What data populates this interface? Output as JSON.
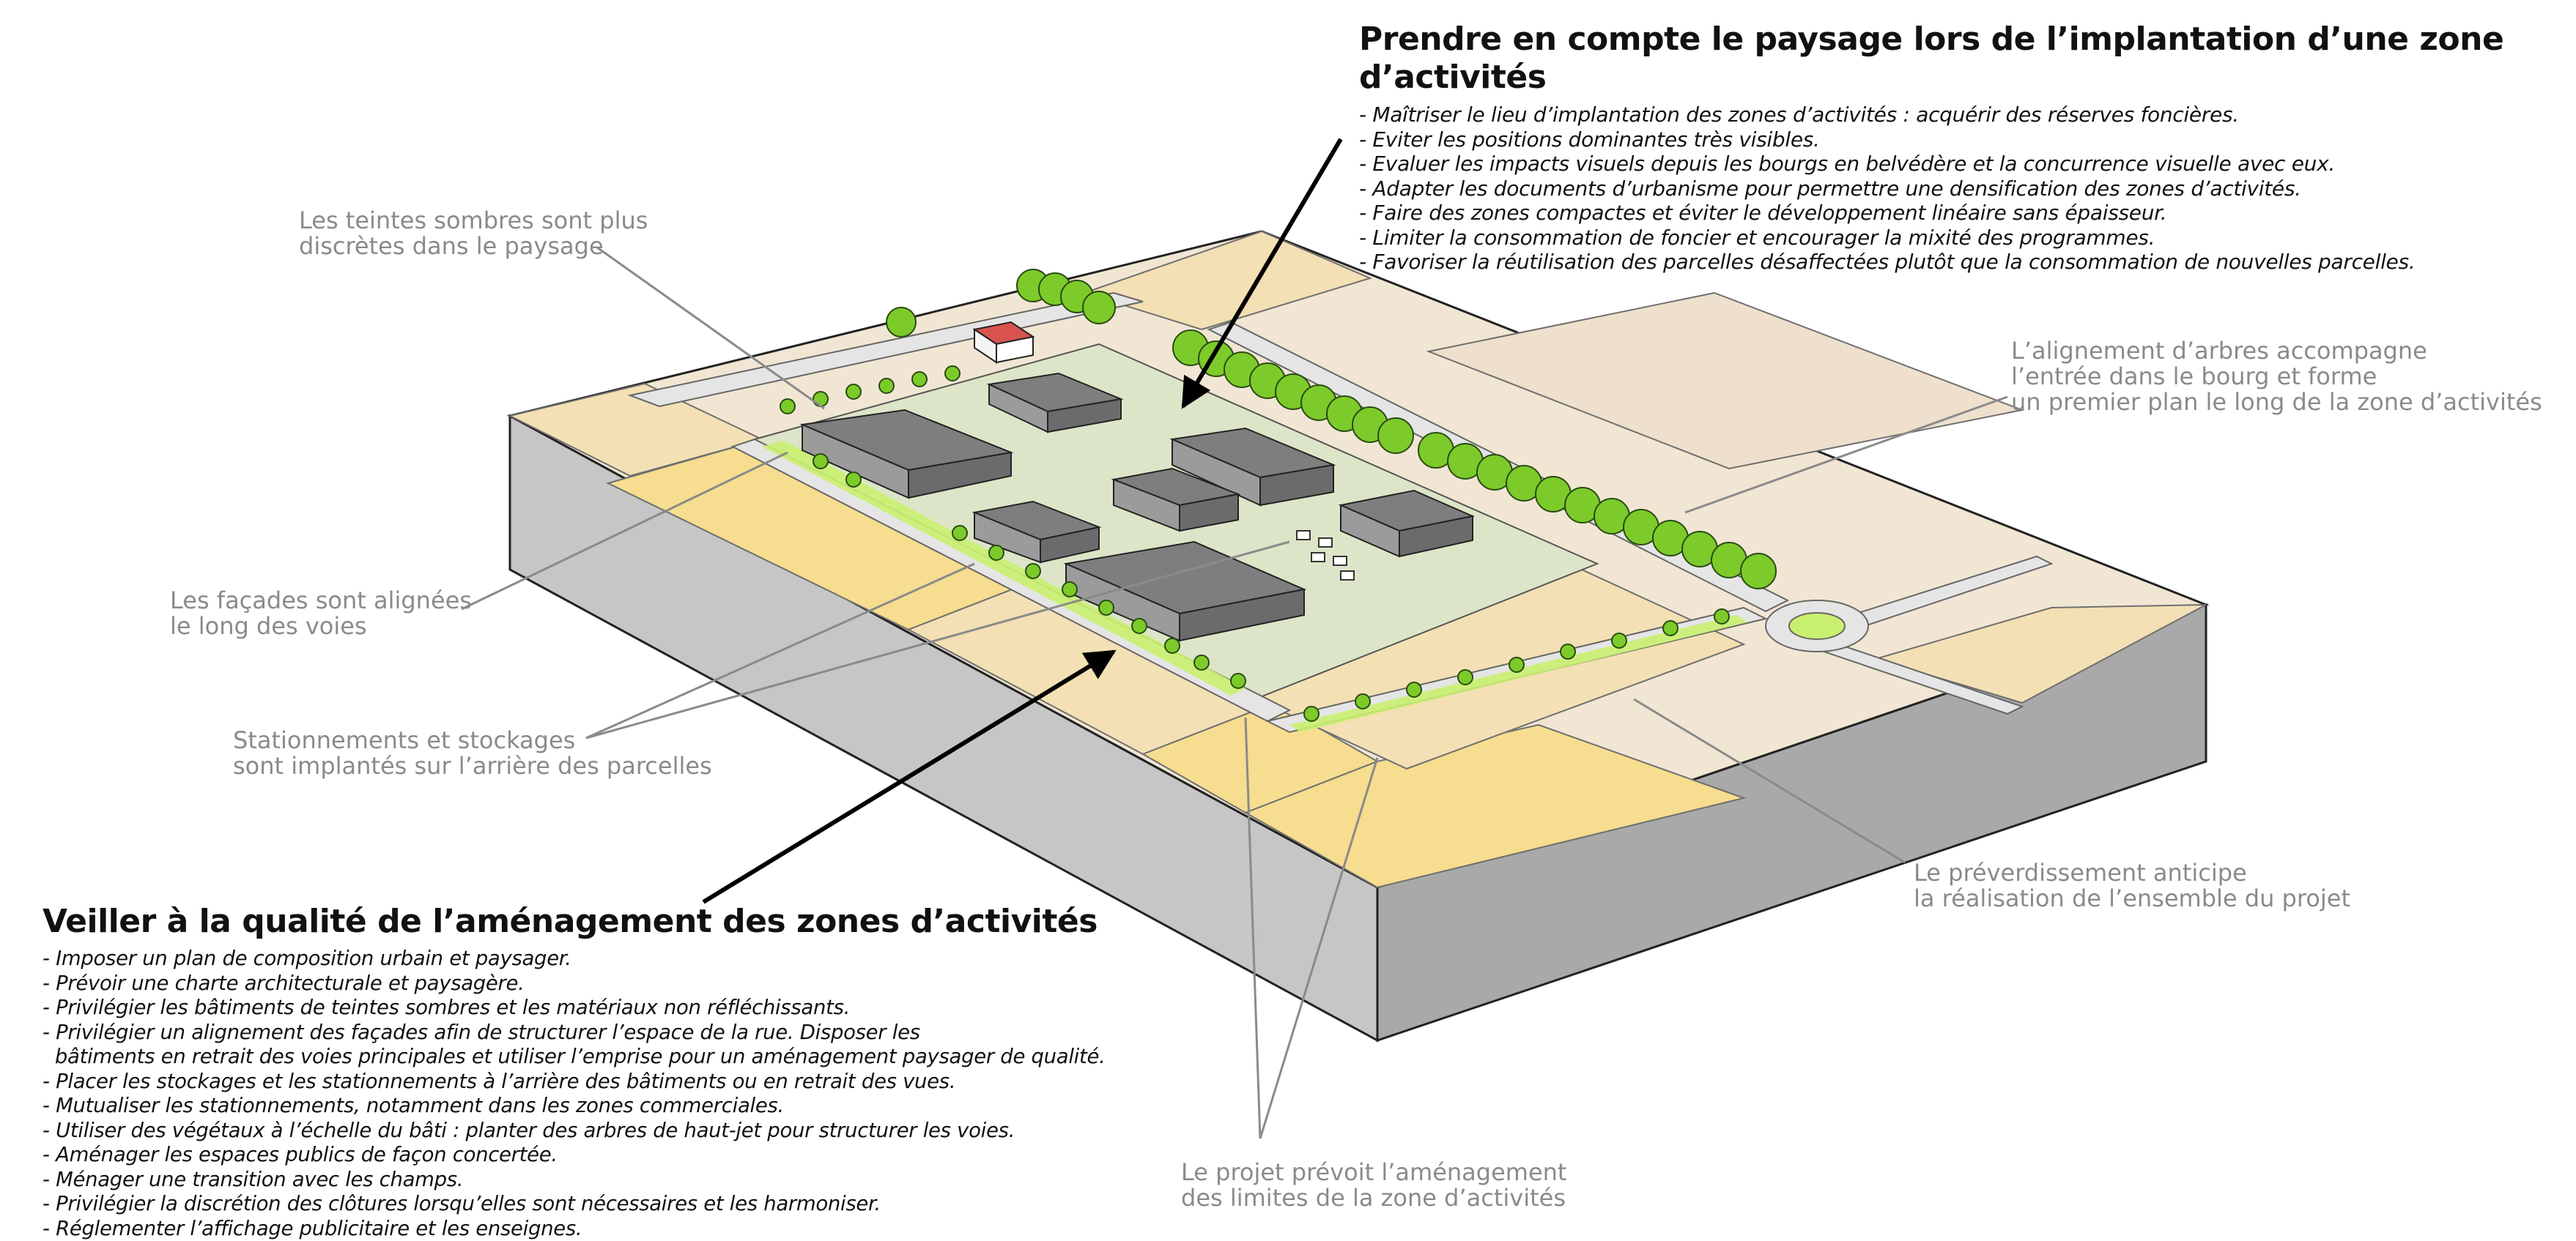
{
  "top_block": {
    "title": "Prendre en compte le paysage lors de l’implantation d’une zone d’activités",
    "items": [
      "- Maîtriser le lieu d’implantation des zones d’activités : acquérir des réserves foncières.",
      "- Eviter les positions dominantes très visibles.",
      "- Evaluer les impacts visuels depuis les bourgs en belvédère et la concurrence visuelle avec eux.",
      "- Adapter les documents d’urbanisme pour permettre une densification des zones d’activités.",
      "- Faire des zones compactes et éviter le développement linéaire sans épaisseur.",
      "- Limiter la consommation de foncier et encourager la mixité des programmes.",
      "- Favoriser la réutilisation des parcelles désaffectées plutôt que la consommation de nouvelles parcelles."
    ]
  },
  "bottom_block": {
    "title": "Veiller à la qualité de l’aménagement des zones d’activités",
    "items": [
      "- Imposer un plan de composition urbain et paysager.",
      "- Prévoir une charte architecturale et paysagère.",
      "- Privilégier les bâtiments de teintes sombres et les matériaux non réfléchissants.",
      "- Privilégier un alignement des façades afin de structurer l’espace de la rue. Disposer les",
      "  bâtiments en retrait des voies principales et utiliser l’emprise pour un aménagement paysager de qualité.",
      "- Placer les stockages et les stationnements à l’arrière des bâtiments ou en retrait des vues.",
      "- Mutualiser les stationnements, notamment dans les zones commerciales.",
      "- Utiliser des végétaux à l’échelle du bâti : planter des arbres de haut-jet pour structurer les voies.",
      "- Aménager les espaces publics de façon concertée.",
      "- Ménager une transition avec les champs.",
      "- Privilégier la discrétion des clôtures lorsqu’elles sont nécessaires et les harmoniser.",
      "- Réglementer l’affichage publicitaire et les enseignes."
    ]
  },
  "callouts": {
    "teintes": "Les teintes sombres sont plus\ndiscrètes dans le paysage",
    "alignement_arbres": "L’alignement d’arbres accompagne\nl’entrée dans le bourg et forme\nun premier plan le long de la zone d’activités",
    "facades": "Les façades sont alignées\nle long des voies",
    "stationnements": "Stationnements et stockages\nsont implantés sur l’arrière des parcelles",
    "preverdissement": "Le préverdissement anticipe\nla réalisation de l’ensemble du projet",
    "limites": "Le projet prévoit l’aménagement\ndes limites de la zone d’activités"
  },
  "colors": {
    "field_light": "#f3e0b4",
    "field_yellow": "#f6dd8f",
    "field_beige": "#eee0cc",
    "zone_green": "#dde5c8",
    "road": "#e5e5e5",
    "verge": "#c9ef6f",
    "tree": "#7ccb2a",
    "building_roof": "#7e7e7e",
    "slab_side": "#c6c6c6",
    "slab_front": "#a9a9a9",
    "callout_text": "#8a8a8a",
    "leader_line": "#8a8a8a"
  }
}
